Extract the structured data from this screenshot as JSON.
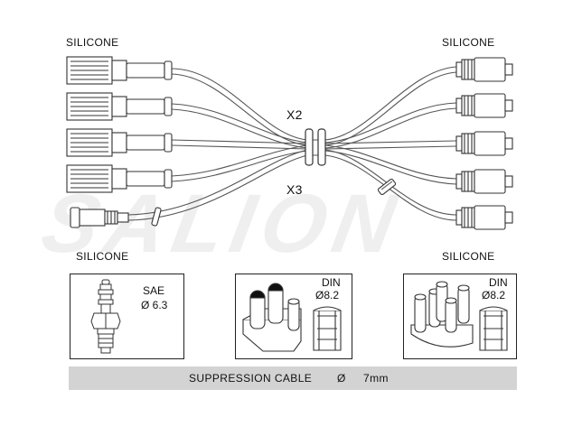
{
  "labels": {
    "silicone_top_left": "SILICONE",
    "silicone_top_right": "SILICONE",
    "silicone_bottom_left": "SILICONE",
    "silicone_bottom_right": "SILICONE",
    "x2": "X2",
    "x3": "X3"
  },
  "watermark": "SALION",
  "panels": [
    {
      "standard": "SAE",
      "diameter": "Ø 6.3"
    },
    {
      "standard": "DIN",
      "diameter": "Ø8.2"
    },
    {
      "standard": "DIN",
      "diameter": "Ø8.2"
    }
  ],
  "footer": {
    "text": "SUPPRESSION CABLE",
    "diameter_symbol": "Ø",
    "size": "7mm"
  }
}
